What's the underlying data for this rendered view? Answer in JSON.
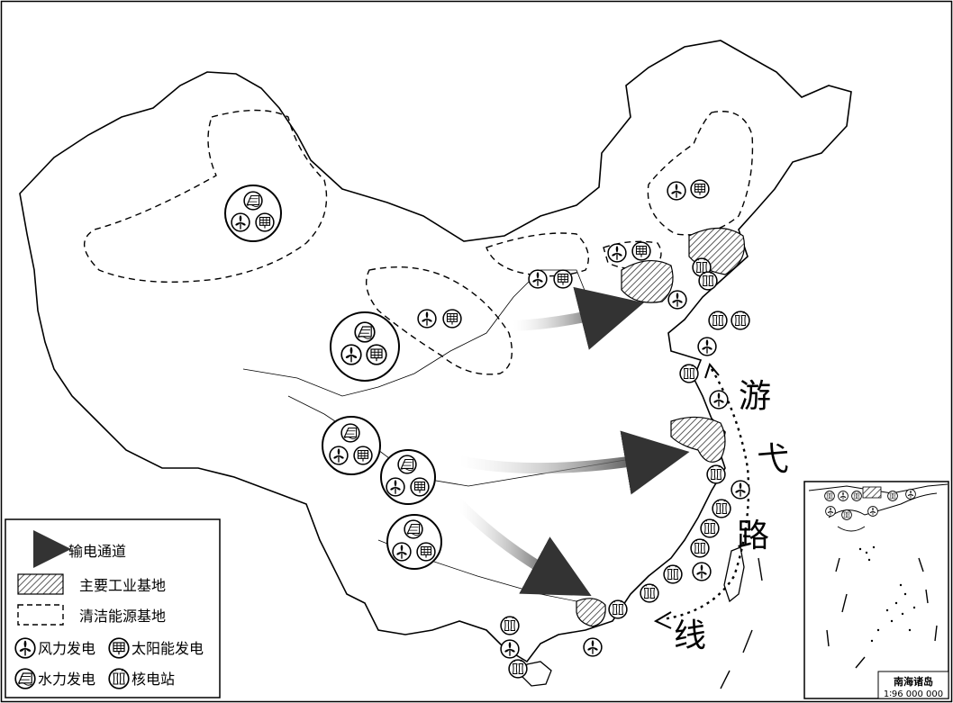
{
  "legend": {
    "transmission": "输电通道",
    "industrial": "主要工业基地",
    "clean_energy": "清洁能源基地",
    "wind": "风力发电",
    "solar": "太阳能发电",
    "hydro": "水力发电",
    "nuclear": "核电站"
  },
  "route_label": [
    "游",
    "弋",
    "路",
    "线"
  ],
  "inset": {
    "title": "南海诸岛",
    "scale": "1∶96 000 000"
  },
  "icons": {
    "wind": "wind-turbine-icon",
    "solar": "solar-panel-icon",
    "hydro": "hydro-dam-icon",
    "nuclear": "nuclear-plant-icon"
  }
}
